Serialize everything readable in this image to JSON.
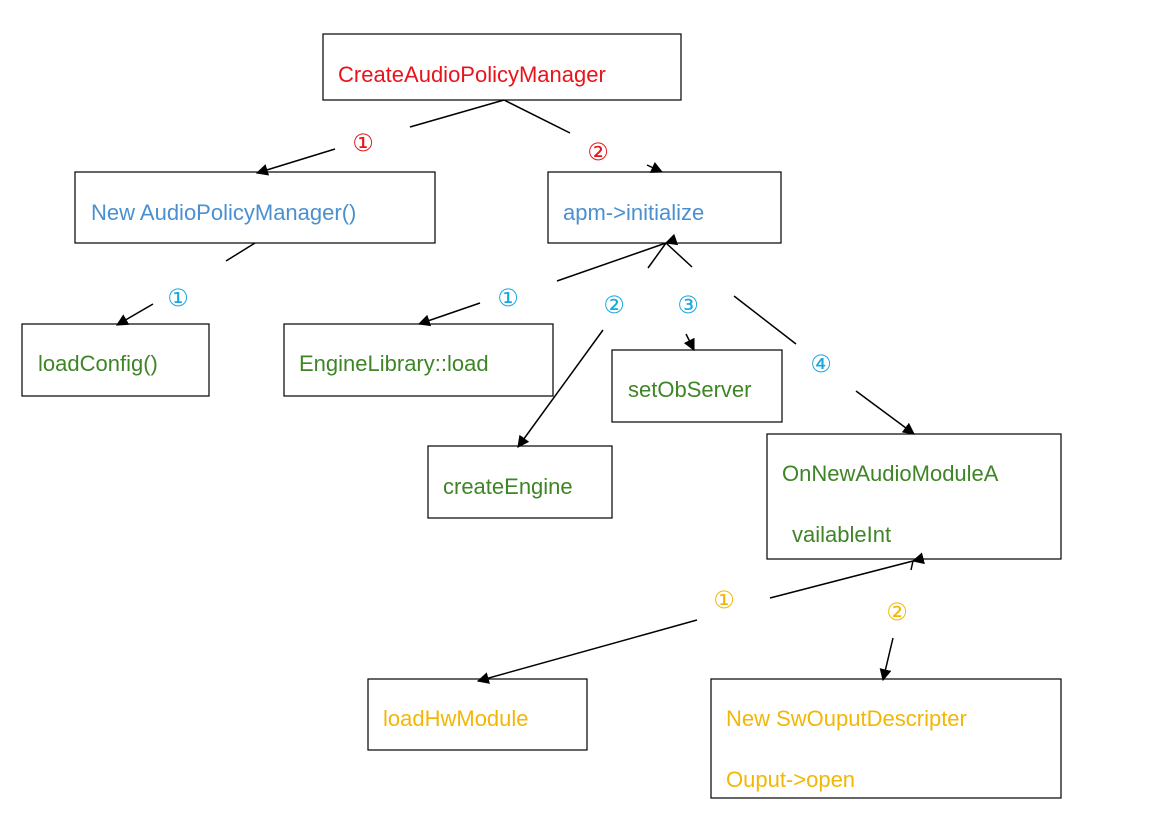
{
  "colors": {
    "red": "#e8141c",
    "blue": "#4a90d0",
    "green": "#3f8527",
    "yellow": "#f2b705",
    "cyan": "#1aa7e0",
    "line": "#000000"
  },
  "nodes": {
    "create_apm": {
      "text": "CreateAudioPolicyManager"
    },
    "new_apm": {
      "text": "New AudioPolicyManager()"
    },
    "apm_initialize": {
      "text": "apm->initialize"
    },
    "load_config": {
      "text": "loadConfig()"
    },
    "engine_library_load": {
      "text": "EngineLibrary::load"
    },
    "create_engine": {
      "text": "createEngine"
    },
    "set_observer": {
      "text": "setObServer"
    },
    "on_new_module": {
      "line1": "OnNewAudioModuleA",
      "line2": "vailableInt"
    },
    "load_hw_module": {
      "text": "loadHwModule"
    },
    "new_sw_output": {
      "line1": "New SwOuputDescripter",
      "line2": "Ouput->open"
    }
  },
  "markers": {
    "top_1": "①",
    "top_2": "②",
    "new_apm_1": "①",
    "init_1": "①",
    "init_2": "②",
    "init_3": "③",
    "init_4": "④",
    "module_1": "①",
    "module_2": "②"
  }
}
